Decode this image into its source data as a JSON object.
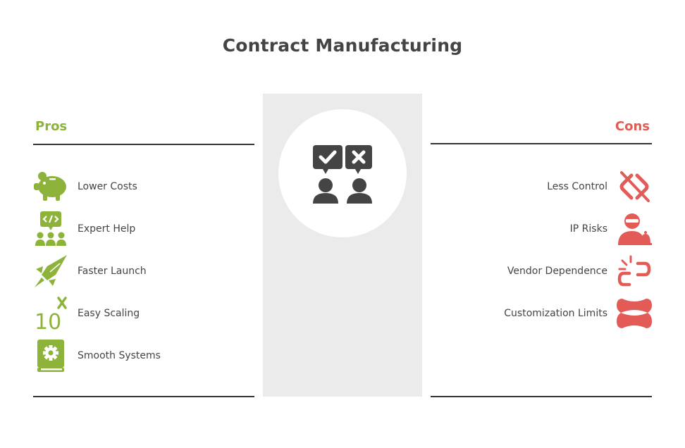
{
  "title": "Contract Manufacturing",
  "colors": {
    "pros": "#8db33a",
    "cons": "#e25b57",
    "text": "#444444",
    "panel": "#ebebeb"
  },
  "pros": {
    "heading": "Pros",
    "items": [
      {
        "label": "Lower Costs",
        "icon": "piggy-bank-icon"
      },
      {
        "label": "Expert Help",
        "icon": "code-team-icon"
      },
      {
        "label": "Faster Launch",
        "icon": "rocket-icon"
      },
      {
        "label": "Easy Scaling",
        "icon": "ten-x-icon",
        "icon_text": "10"
      },
      {
        "label": "Smooth Systems",
        "icon": "gear-book-icon"
      }
    ]
  },
  "cons": {
    "heading": "Cons",
    "items": [
      {
        "label": "Less Control",
        "icon": "broken-link-icon"
      },
      {
        "label": "IP Risks",
        "icon": "thief-alarm-icon"
      },
      {
        "label": "Vendor Dependence",
        "icon": "unlinked-chain-icon"
      },
      {
        "label": "Customization Limits",
        "icon": "constrained-shape-icon"
      }
    ]
  },
  "center": {
    "icon": "pros-cons-people-icon"
  }
}
